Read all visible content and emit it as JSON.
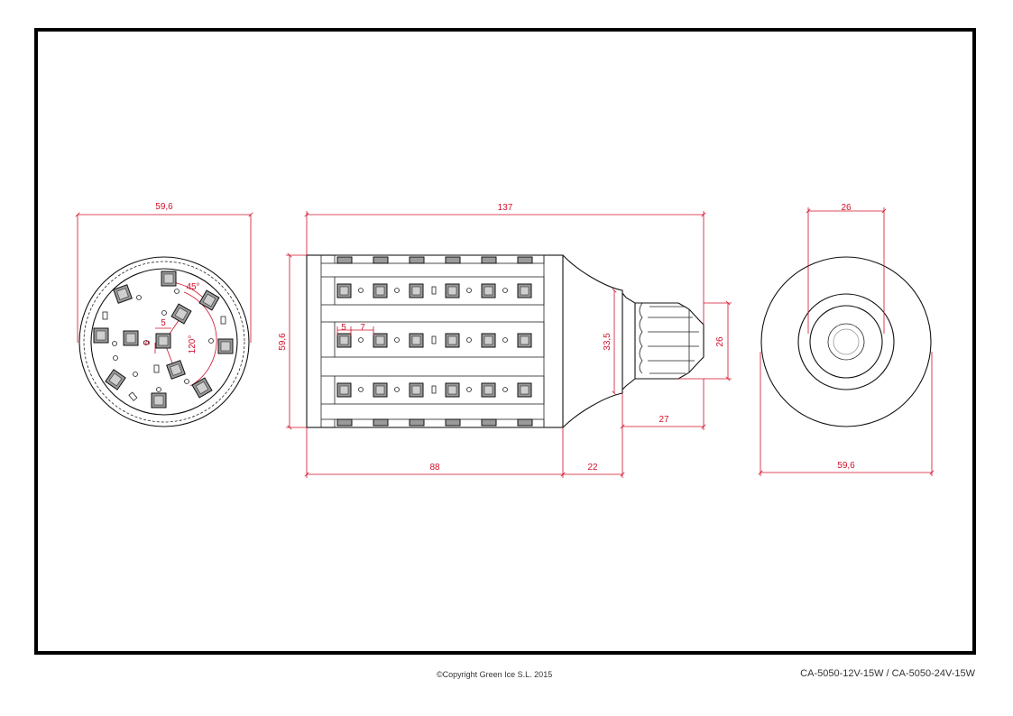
{
  "dimensions": {
    "front_diameter": "59,6",
    "angle_small": "45°",
    "spacing_a": "5",
    "spacing_b": "5",
    "angle_large": "120°",
    "total_length": "137",
    "body_height": "59,6",
    "led_pitch_a": "5",
    "led_pitch_b": "7",
    "neck_diameter": "33,5",
    "base_diameter": "26",
    "base_length": "27",
    "body_length": "88",
    "neck_length": "22",
    "rear_inner_diameter": "26",
    "rear_diameter": "59,6"
  },
  "footer": {
    "copyright": "©Copyright Green Ice S.L. 2015",
    "model": "CA-5050-12V-15W / CA-5050-24V-15W"
  },
  "colors": {
    "dimension": "#d0102a",
    "outline": "#111111"
  }
}
